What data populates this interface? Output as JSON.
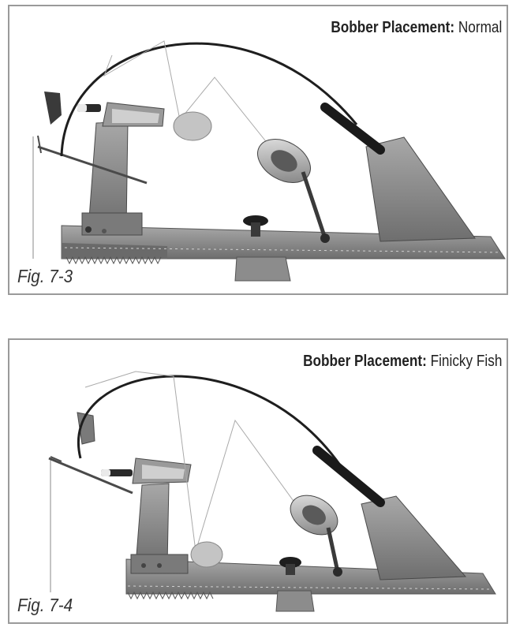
{
  "figures": [
    {
      "label_bold": "Bobber Placement:",
      "label_value": "Normal",
      "caption": "Fig. 7-3"
    },
    {
      "label_bold": "Bobber Placement:",
      "label_value": "Finicky Fish",
      "caption": "Fig. 7-4"
    }
  ],
  "colors": {
    "base": "#8a8a8a",
    "base_dark": "#6a6a6a",
    "rod": "#1e1e1e",
    "line": "#b0b0b0",
    "bobber": "#c8c8c8"
  }
}
